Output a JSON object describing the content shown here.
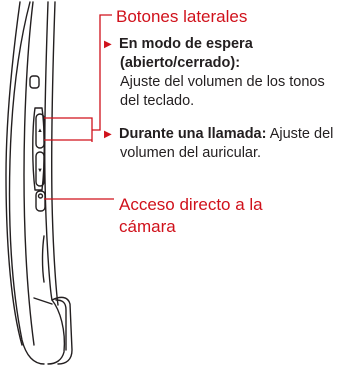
{
  "callouts": {
    "side_buttons": "Botones laterales",
    "camera_line1": "Acceso directo a la",
    "camera_line2": "cámara"
  },
  "bullets": [
    {
      "title_line1": "En modo de espera",
      "title_line2": "(abierto/cerrado):",
      "text_line1": "Ajuste del volumen de los tonos",
      "text_line2": "del teclado."
    },
    {
      "title": "Durante una llamada:",
      "text_after_title": "Ajuste del",
      "text_line2": "volumen del auricular."
    }
  ],
  "colors": {
    "accent": "#d0111b",
    "text": "#231f20",
    "outline": "#231f20"
  },
  "icons": [
    "triangle-bullet-icon",
    "triangle-bullet-icon",
    "camera-shortcut-key-icon"
  ]
}
